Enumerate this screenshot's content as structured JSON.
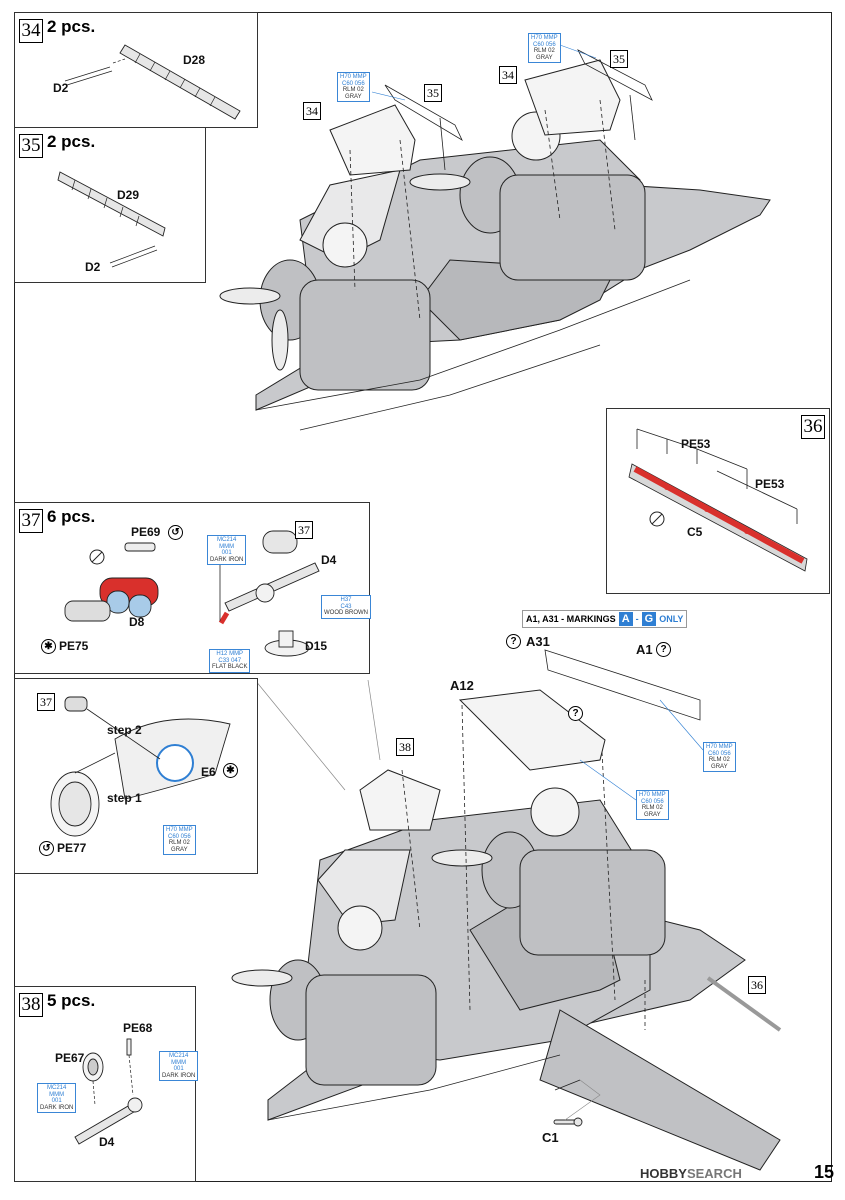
{
  "steps": {
    "s34": {
      "number": "34",
      "qty": "2 pcs.",
      "part_a": "D28",
      "part_b": "D2"
    },
    "s35": {
      "number": "35",
      "qty": "2 pcs.",
      "part_a": "D29",
      "part_b": "D2"
    },
    "s36": {
      "number": "36",
      "part_a": "PE53",
      "part_b": "PE53",
      "part_c": "C5"
    },
    "s37": {
      "number": "37",
      "qty": "6 pcs.",
      "parts": {
        "pe69": "PE69",
        "d8": "D8",
        "pe75": "PE75",
        "d4": "D4",
        "d15": "D15"
      }
    },
    "s37b": {
      "step2": "step 2",
      "step1": "step 1",
      "e6": "E6",
      "pe77": "PE77"
    },
    "s38": {
      "number": "38",
      "qty": "5 pcs.",
      "pe68": "PE68",
      "pe67": "PE67",
      "d4": "D4"
    }
  },
  "refs": {
    "r34": "34",
    "r35": "35",
    "r37": "37",
    "r38": "38",
    "r36": "36"
  },
  "main": {
    "a12": "A12",
    "a31": "A31",
    "a1": "A1",
    "c1": "C1",
    "q": "?"
  },
  "markings": {
    "prefix": "A1, A31 - MARKINGS",
    "from": "A",
    "dash": "-",
    "to": "G",
    "suffix": "ONLY"
  },
  "paints": {
    "gray_top": {
      "codes": "H70 MMP",
      "codes2": "C60 056",
      "name1": "RLM 02",
      "name2": "GRAY"
    },
    "gray_mid": {
      "codes": "H70 MMP",
      "codes2": "C60 056",
      "name1": "RLM 02",
      "name2": "GRAY"
    },
    "dark_iron": {
      "codes": "MC214",
      "codes2": "MMM",
      "codes3": "001",
      "name": "DARK IRON"
    },
    "wood_brown": {
      "codes": "H37",
      "codes2": "C43",
      "name": "WOOD BROWN"
    },
    "flat_black": {
      "codes": "H12 MMP",
      "codes2": "C33 047",
      "name": "FLAT BLACK"
    },
    "gray_37b": {
      "codes": "H70 MMP",
      "codes2": "C60 056",
      "name1": "RLM 02",
      "name2": "GRAY"
    },
    "gray_a12": {
      "codes": "H70 MMP",
      "codes2": "C60 056",
      "name1": "RLM 02",
      "name2": "GRAY"
    },
    "gray_a1": {
      "codes": "H70 MMP",
      "codes2": "C60 056",
      "name1": "RLM 02",
      "name2": "GRAY"
    },
    "dark_iron_38a": {
      "codes": "MC214",
      "codes2": "MMM",
      "codes3": "001",
      "name": "DARK IRON"
    },
    "dark_iron_38b": {
      "codes": "MC214",
      "codes2": "MMM",
      "codes3": "001",
      "name": "DARK IRON"
    }
  },
  "icons": {
    "pe69": "↺",
    "pe75": "✱",
    "e6": "✱",
    "pe77": "↺"
  },
  "footer": {
    "logo": "HOBBY",
    "logo2": "SEARCH",
    "page": "15"
  },
  "colors": {
    "paint_blue": "#2f7fd3",
    "highlight_red": "#d9302c",
    "aircraft_gray": "#c8c9cc"
  }
}
